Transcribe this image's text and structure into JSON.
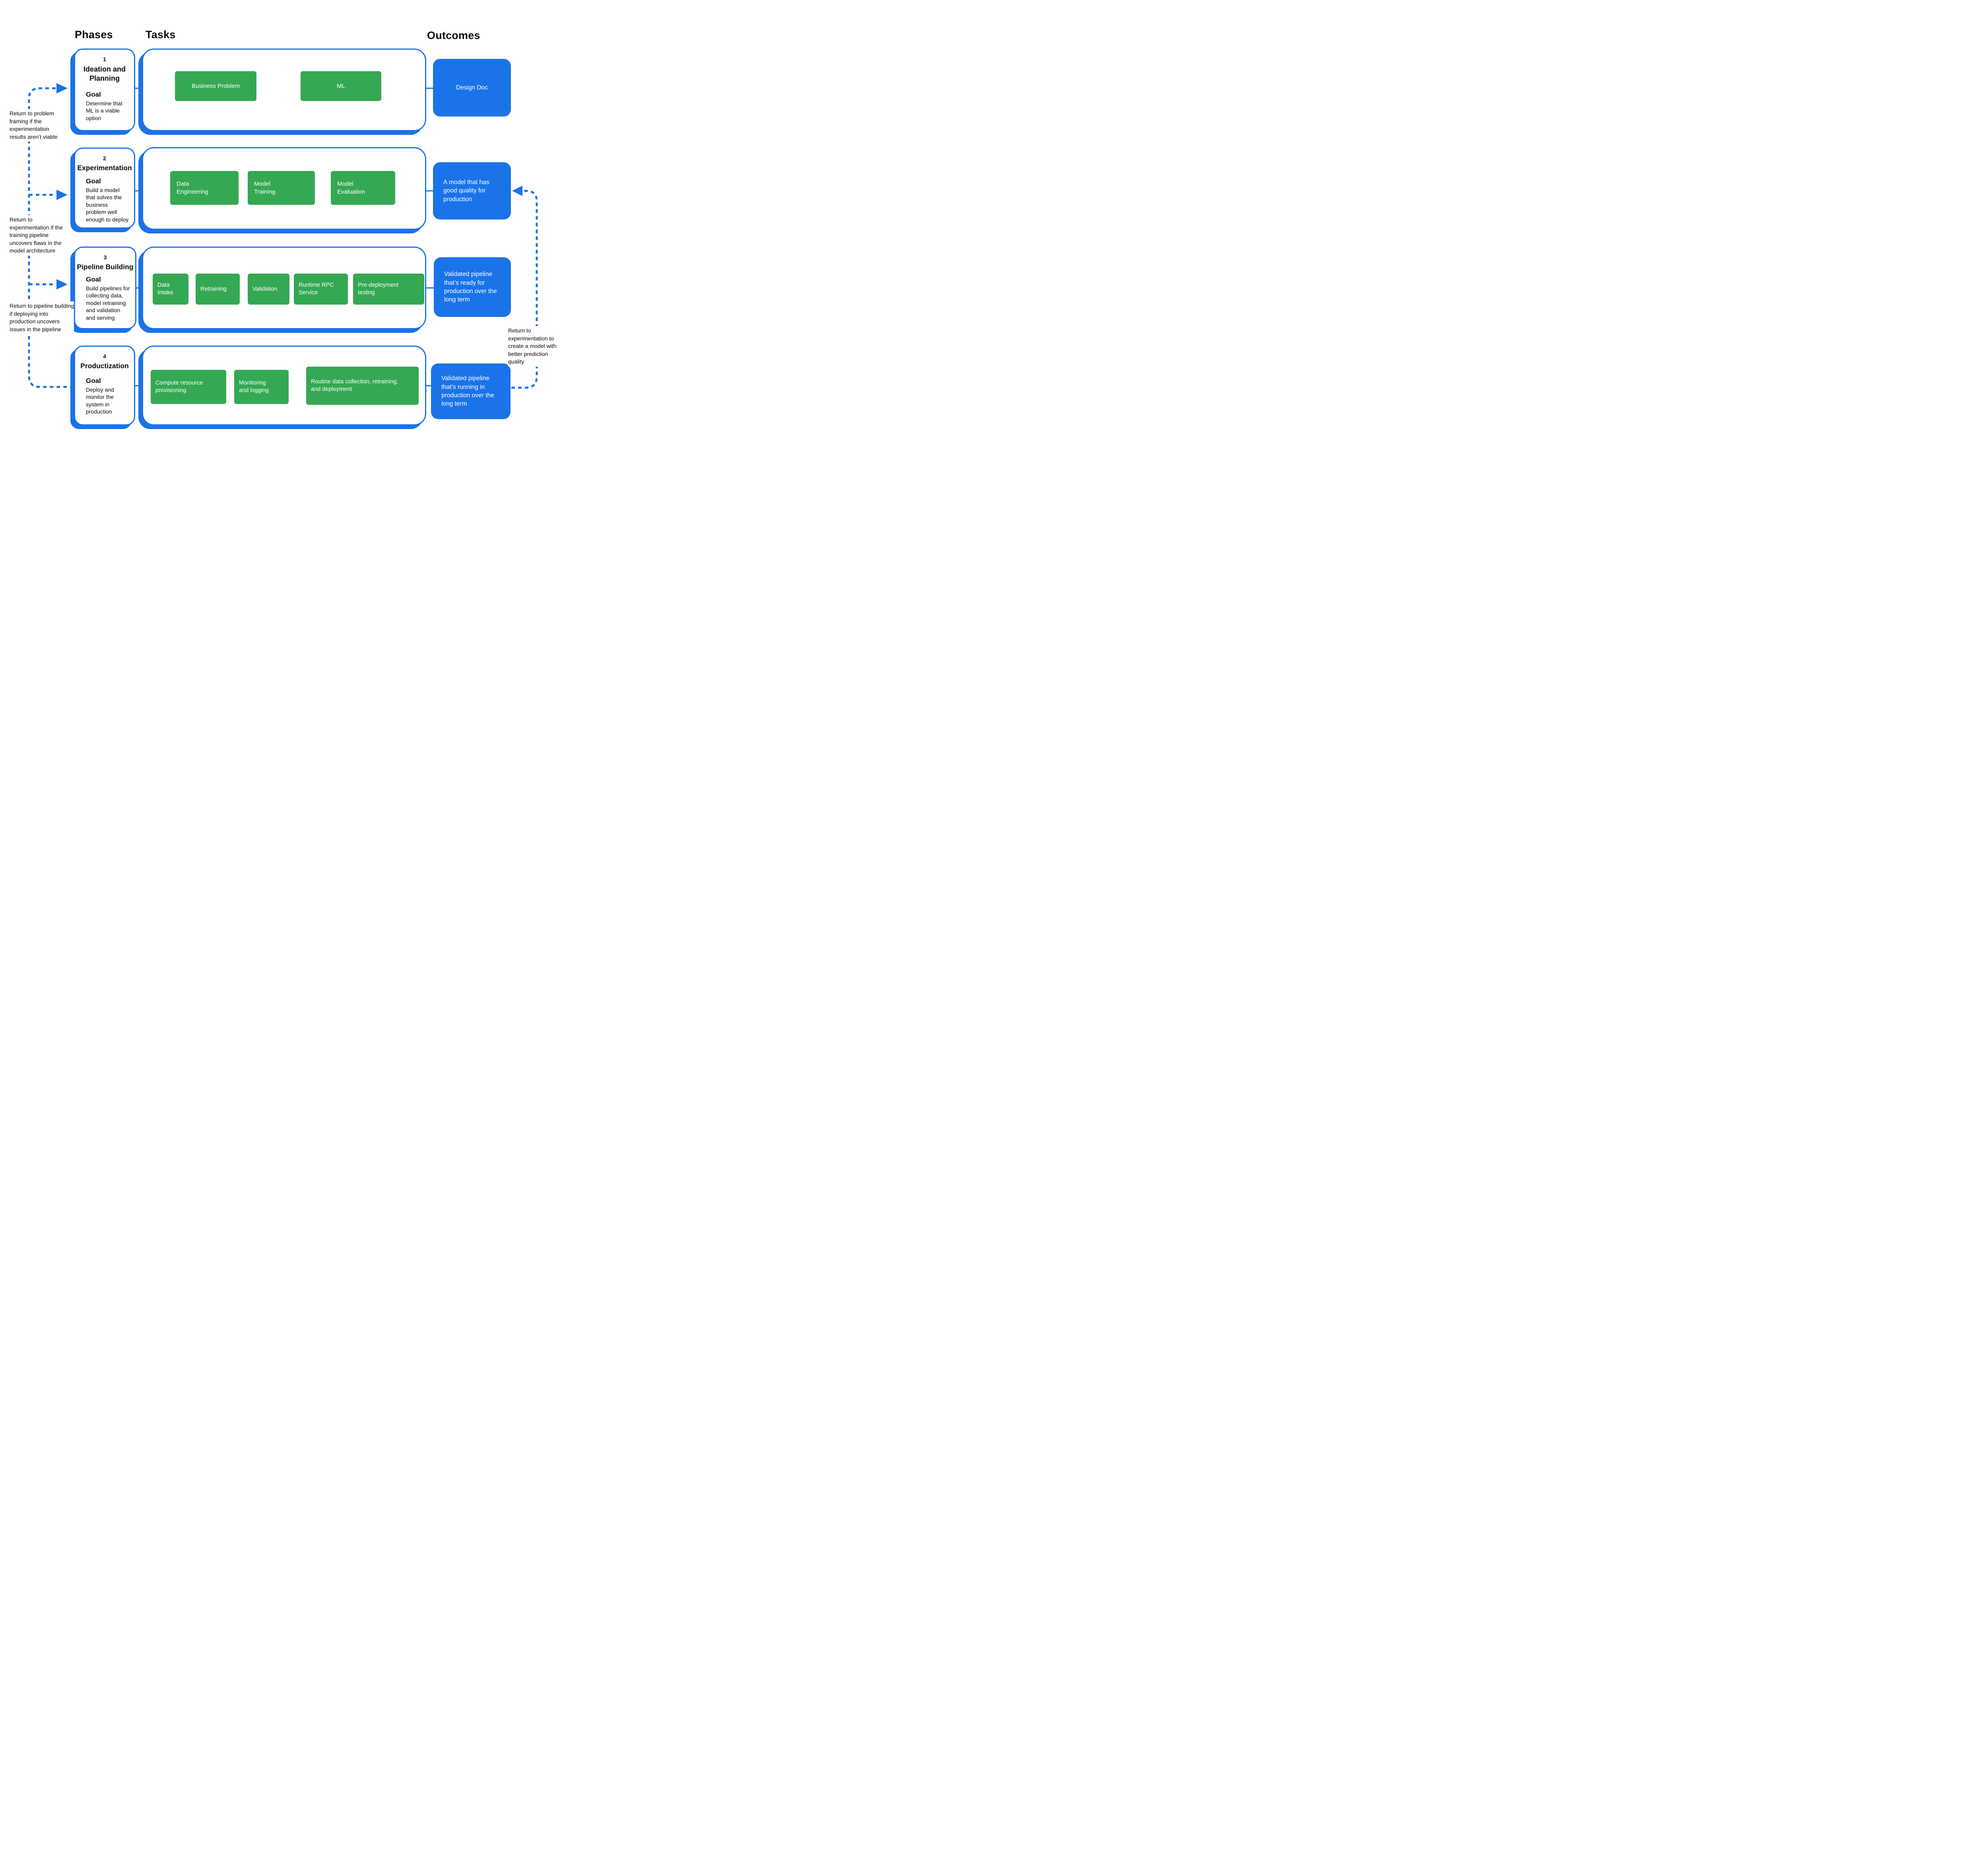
{
  "headers": {
    "phases": "Phases",
    "tasks": "Tasks",
    "outcomes": "Outcomes"
  },
  "colors": {
    "accent_blue": "#1a73e8",
    "task_green": "#34a853"
  },
  "phases": [
    {
      "number": "1",
      "title": "Ideation and Planning",
      "goal_label": "Goal",
      "goal": "Determine that ML is a viable option",
      "tasks": [
        "Business Problem",
        "ML"
      ],
      "outcome": "Design Doc"
    },
    {
      "number": "2",
      "title": "Experimentation",
      "goal_label": "Goal",
      "goal": "Build a model that solves the business problem well enough to deploy",
      "tasks": [
        "Data Engineering",
        "Model Training",
        "Model Evaluation"
      ],
      "outcome": "A model that has good quality for production"
    },
    {
      "number": "3",
      "title": "Pipeline Building",
      "goal_label": "Goal",
      "goal": "Build pipelines for collecting data, model retraining and validation and serving",
      "tasks": [
        "Data Intake",
        "Retraining",
        "Validation",
        "Runtime RPC Service",
        "Pre-deployment testing"
      ],
      "outcome": "Validated pipeline that’s ready for production over the long term"
    },
    {
      "number": "4",
      "title": "Productization",
      "goal_label": "Goal",
      "goal": "Deploy and monitor the system in production",
      "tasks": [
        "Compute resource provisioning",
        "Monitoring and logging",
        "Routine data collection, retraining, and deployment"
      ],
      "outcome": "Validated pipeline that’s running in production over the long term"
    }
  ],
  "annotations": {
    "left": [
      "Return to problem framing if the experimentation results aren’t viable",
      "Return to experimentation if the training pipeline uncovers flaws in the model architecture",
      "Return to pipeline building if deploying into production uncovers issues in the pipeline"
    ],
    "right": "Return to experimentation to create a model with better prediction quality"
  }
}
